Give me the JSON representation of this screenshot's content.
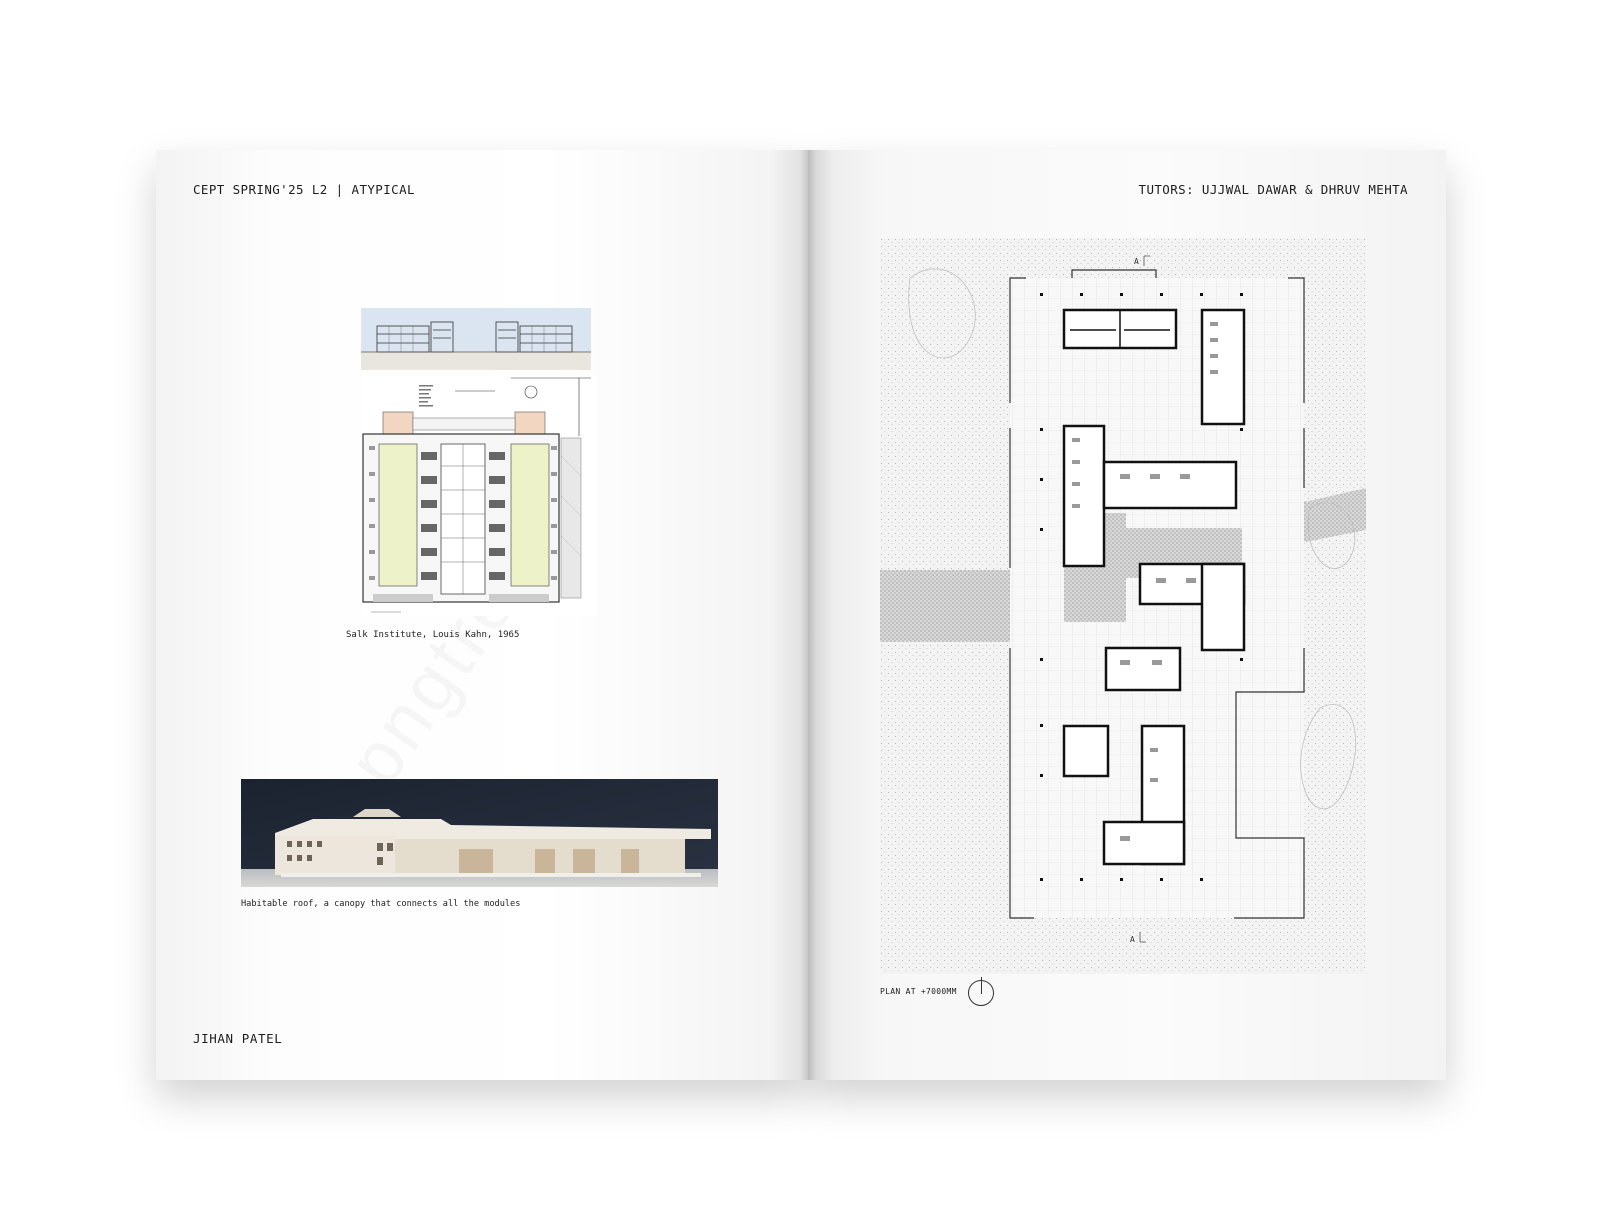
{
  "spread": {
    "left_header": "CEPT SPRING'25 L2 | ATYPICAL",
    "right_header": "TUTORS: UJJWAL DAWAR & DHRUV MEHTA",
    "author": "JIHAN PATEL"
  },
  "figures": {
    "salk_caption": "Salk Institute, Louis Kahn, 1965",
    "roof_caption": "Habitable roof, a canopy that connects all the modules",
    "plan_caption": "PLAN AT +7000MM",
    "section_marker_top": "A",
    "section_marker_bottom": "A"
  },
  "icons": {
    "north": "north-arrow-icon"
  },
  "colors": {
    "page": "#fbfbfb",
    "ink": "#1e1e1e",
    "salk_lab_fill": "#eef2c8",
    "salk_service_fill": "#f2d6c2",
    "salk_sky": "#dbe4f1",
    "model_backdrop": "#1f2733",
    "model_foam": "#ece6dc"
  }
}
